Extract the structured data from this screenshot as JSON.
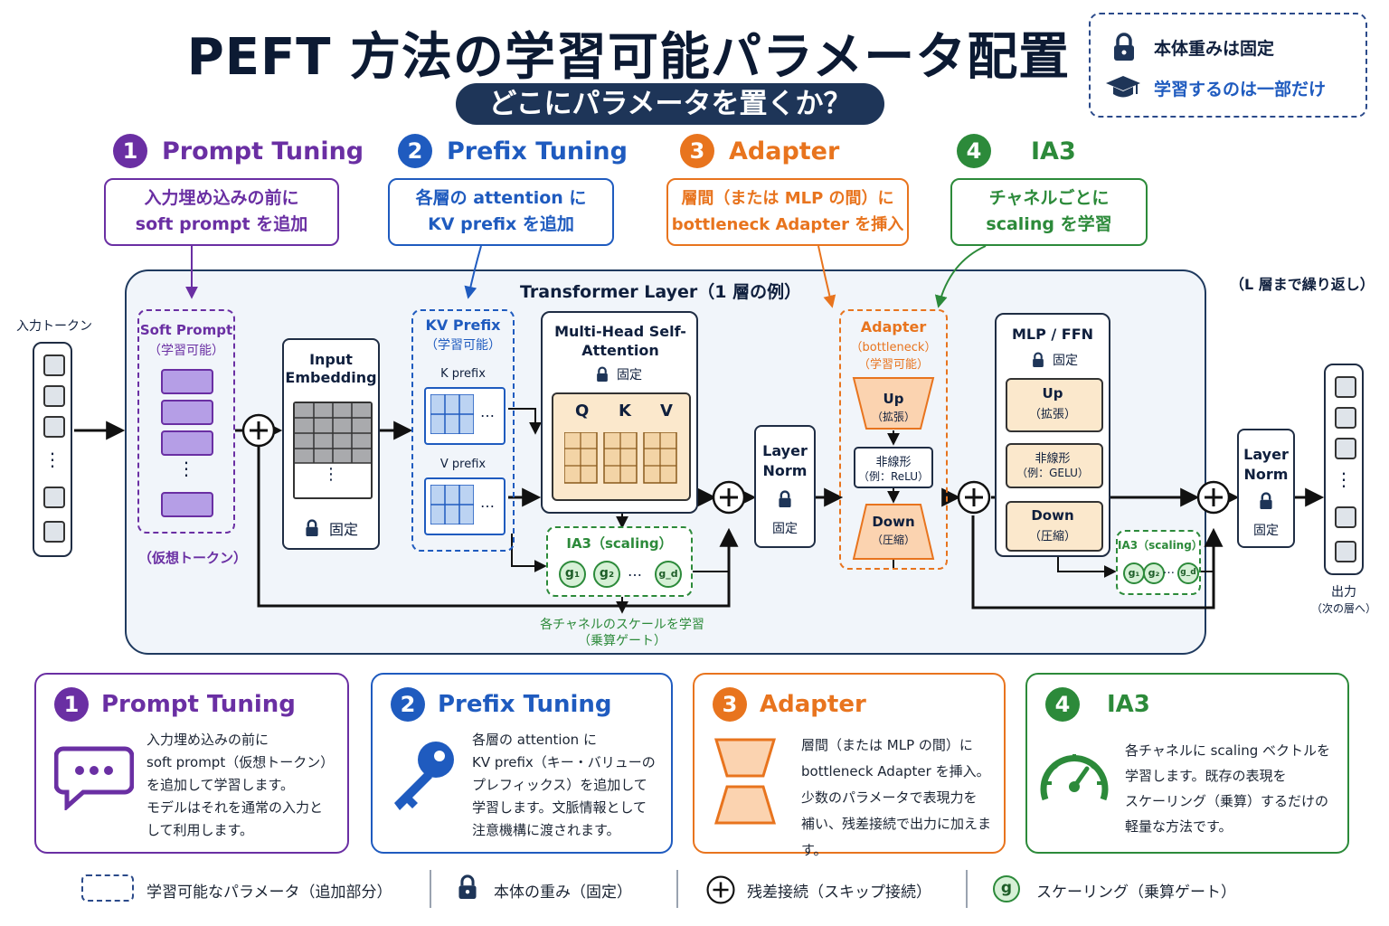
{
  "header": {
    "title": "PEFT 方法の学習可能パラメータ配置",
    "subtitle": "どこにパラメータを置くか？"
  },
  "notes": {
    "line1": "本体重みは固定",
    "line2": "学習するのは一部だけ"
  },
  "methods": [
    {
      "num": "1",
      "name": "Prompt Tuning",
      "callout1": "入力埋め込みの前に",
      "callout2": "soft prompt を追加",
      "color": "#6a2fa3"
    },
    {
      "num": "2",
      "name": "Prefix Tuning",
      "callout1": "各層の attention に",
      "callout2": "KV prefix を追加",
      "color": "#1f5bbf"
    },
    {
      "num": "3",
      "name": "Adapter",
      "callout1": "層間（または MLP の間）に",
      "callout2": "bottleneck Adapter を挿入",
      "color": "#e8741e"
    },
    {
      "num": "4",
      "name": "IA3",
      "callout1": "チャネルごとに",
      "callout2": "scaling を学習",
      "color": "#2c8a3a"
    }
  ],
  "diagram": {
    "layer_title": "Transformer Layer（1 層の例）",
    "repeat_note": "（L 層まで繰り返し）",
    "input_label": "入力トークン",
    "output_label": "出力",
    "output_sub": "（次の層へ）",
    "soft_prompt_title": "Soft Prompt",
    "soft_prompt_sub": "（学習可能）",
    "virtual_tokens": "（仮想トークン）",
    "input_embedding": "Input Embedding",
    "fixed": "固定",
    "kv_prefix_title": "KV Prefix",
    "kv_prefix_sub": "（学習可能）",
    "k_prefix": "K prefix",
    "v_prefix": "V prefix",
    "mhsa": "Multi-Head Self-Attention",
    "q": "Q",
    "k": "K",
    "v": "V",
    "ia3_scaling": "IA3（scaling）",
    "ia3_scaling_small": "IA3（scaling）",
    "g1": "g₁",
    "g2": "g₂",
    "gd": "g_d",
    "ia3_note1": "各チャネルのスケールを学習",
    "ia3_note2": "（乗算ゲート）",
    "layer_norm": "Layer Norm",
    "adapter_title": "Adapter",
    "adapter_sub1": "（bottleneck）",
    "adapter_sub2": "（学習可能）",
    "up": "Up",
    "up_sub": "（拡張）",
    "nonlin": "非線形",
    "relu": "（例：ReLU）",
    "gelu": "（例：GELU）",
    "down": "Down",
    "down_sub": "（圧縮）",
    "mlp_title": "MLP / FFN",
    "ellipsis": "…",
    "vdots": "⋮"
  },
  "cards": [
    {
      "name": "Prompt Tuning",
      "body": "入力埋め込みの前に\nsoft prompt（仮想トークン）\nを追加して学習します。\nモデルはそれを通常の入力と\nして利用します。"
    },
    {
      "name": "Prefix Tuning",
      "body": "各層の attention に\nKV prefix（キー・バリューの\nプレフィックス）を追加して\n学習します。文脈情報として\n注意機構に渡されます。"
    },
    {
      "name": "Adapter",
      "body": "層間（または MLP の間）に\nbottleneck Adapter を挿入。\n少数のパラメータで表現力を\n補い、残差接続で出力に加えます。"
    },
    {
      "name": "IA3",
      "body": "各チャネルに scaling ベクトルを\n学習します。既存の表現を\nスケーリング（乗算）するだけの\n軽量な方法です。"
    }
  ],
  "legend": {
    "trainable": "学習可能なパラメータ（追加部分）",
    "frozen": "本体の重み（固定）",
    "residual": "残差接続（スキップ接続）",
    "g_symbol": "g",
    "scaling": "スケーリング（乗算ゲート）"
  },
  "colors": {
    "purple": "#6a2fa3",
    "blue": "#1f5bbf",
    "orange": "#e8741e",
    "green": "#2c8a3a",
    "navy": "#1e3558"
  },
  "icons": [
    "lock-icon",
    "graduation-cap-icon",
    "chat-bubble-icon",
    "key-icon",
    "hourglass-icon",
    "gauge-icon",
    "plus-circle-icon"
  ]
}
